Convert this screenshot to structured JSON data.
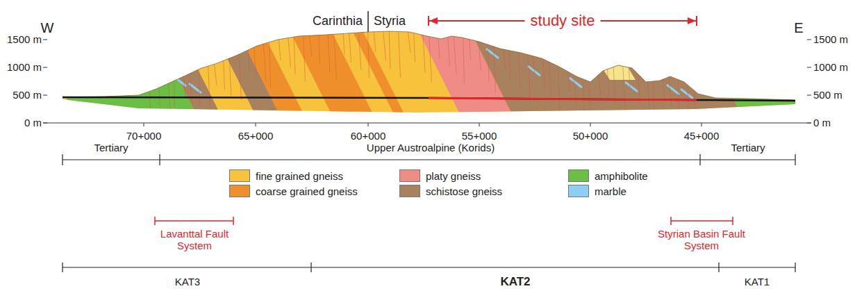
{
  "diagram": {
    "labels": [
      "W",
      "E",
      "1500 m",
      "1000 m",
      "500 m",
      "0 m",
      "1500 m",
      "1000 m",
      "500 m",
      "0 m",
      "Carinthia",
      "Styria",
      "study site",
      "70+000",
      "65+000",
      "60+000",
      "55+000",
      "50+000",
      "45+000",
      "Tertiary",
      "Upper Austroalpine (Korids)",
      "Tertiary",
      "Lavanttal Fault System",
      "Styrian Basin Fault System",
      "KAT3",
      "KAT2",
      "KAT1"
    ],
    "legend": [
      {
        "text": "fine grained gneiss",
        "color": "#f7c23c"
      },
      {
        "text": "coarse grained gneiss",
        "color": "#ef8f2c"
      },
      {
        "text": "platy gneiss",
        "color": "#f08c86"
      },
      {
        "text": "schistose gneiss",
        "color": "#a8825e"
      },
      {
        "text": "amphibolite",
        "color": "#6cbf45"
      },
      {
        "text": "marble",
        "color": "#8dcff2"
      }
    ]
  }
}
